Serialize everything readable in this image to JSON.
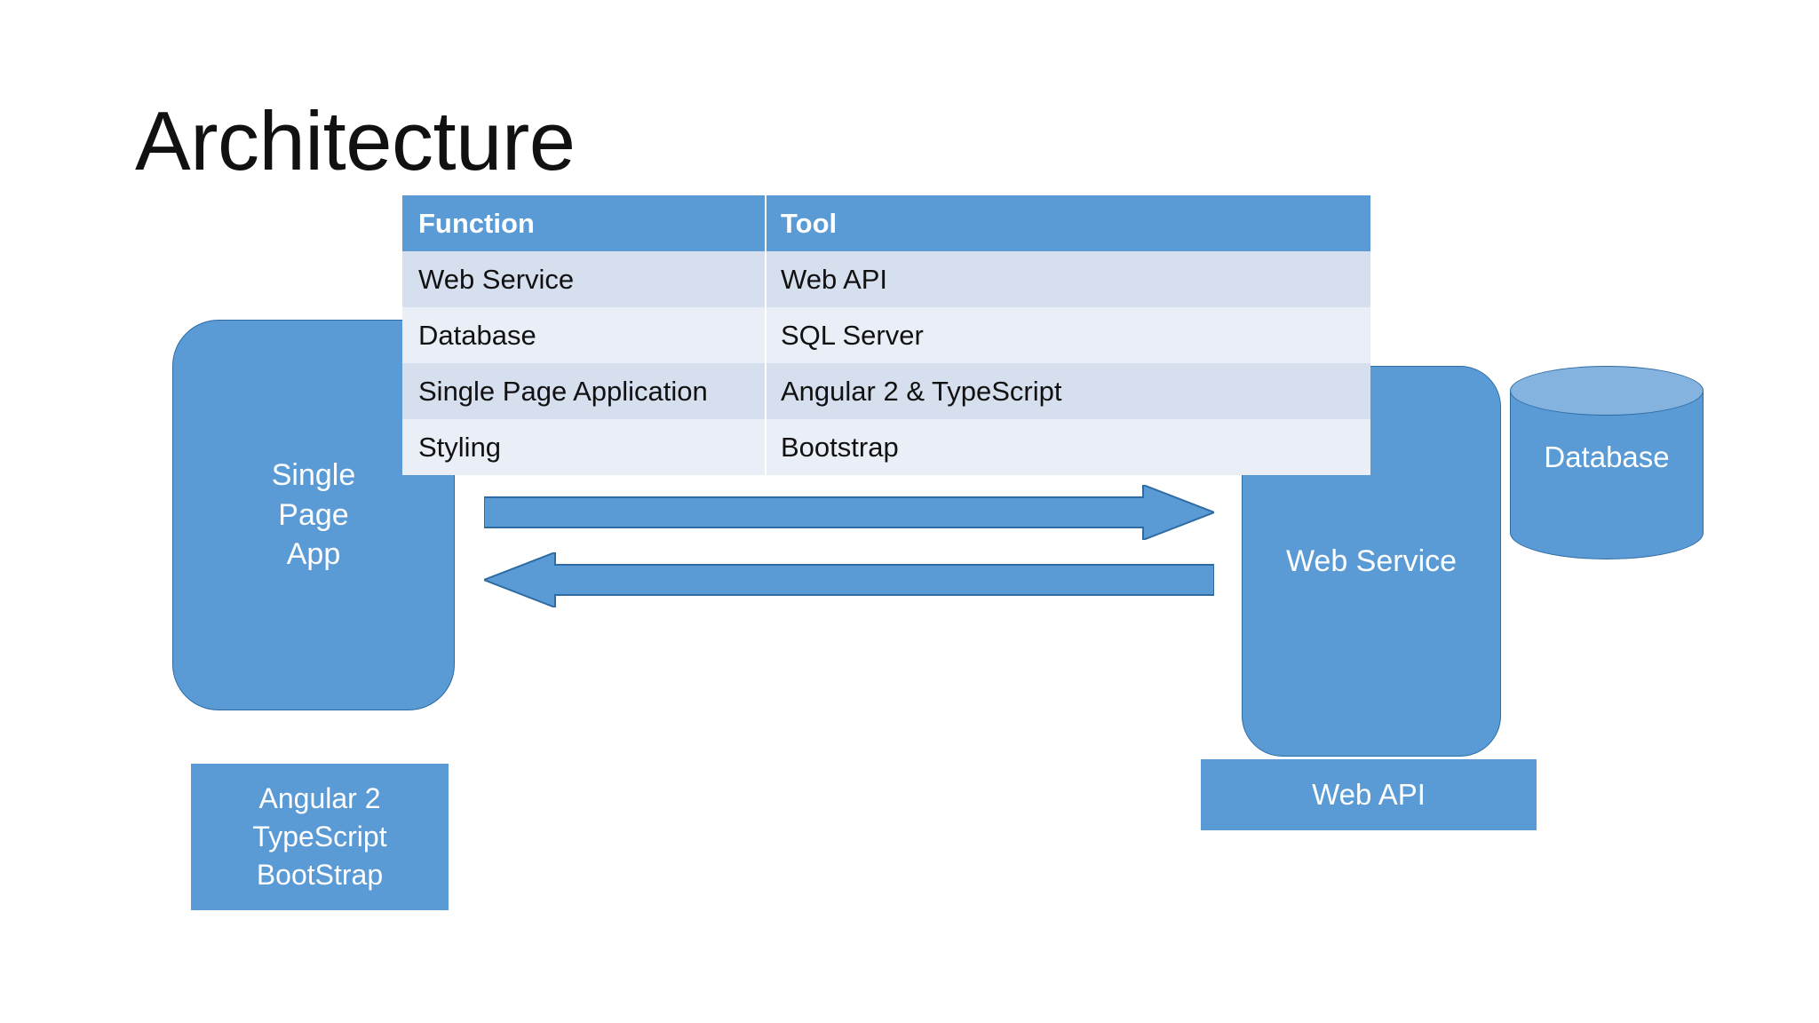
{
  "slide": {
    "title": "Architecture",
    "background": "#ffffff",
    "accent_color": "#5b9bd5",
    "accent_border_color": "#2f6ba3",
    "cylinder_top_color": "#85b3e0",
    "row_color_odd": "#d6dfee",
    "row_color_even": "#eaeff7"
  },
  "table": {
    "headers": [
      "Function",
      "Tool"
    ],
    "rows": [
      [
        "Web Service",
        "Web API"
      ],
      [
        "Database",
        "SQL Server"
      ],
      [
        "Single Page Application",
        "Angular 2 & TypeScript"
      ],
      [
        "Styling",
        "Bootstrap"
      ]
    ]
  },
  "diagram": {
    "spa_box": {
      "label": "Single\nPage\nApp",
      "line1": "Single",
      "line2": "Page",
      "line3": "App"
    },
    "spa_tech_box": {
      "line1": "Angular 2",
      "line2": "TypeScript",
      "line3": "BootStrap"
    },
    "web_service_box": {
      "label": "Web Service"
    },
    "web_api_box": {
      "label": "Web API"
    },
    "database_cylinder": {
      "label": "Database"
    },
    "arrows": [
      {
        "name": "request-arrow",
        "direction": "right"
      },
      {
        "name": "response-arrow",
        "direction": "left"
      }
    ]
  }
}
